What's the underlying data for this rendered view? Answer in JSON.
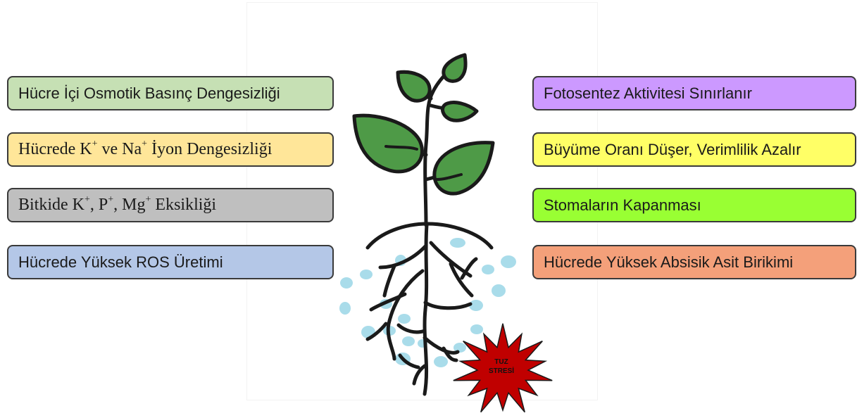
{
  "left_effects": [
    {
      "text": "Hücre İçi Osmotik Basınç Dengesizliği",
      "color": "#c6e0b4"
    },
    {
      "text_parts": [
        "Hücrede K",
        "+",
        " ve Na",
        "+",
        " İyon Dengesizliği"
      ],
      "color": "#ffe699"
    },
    {
      "text_parts": [
        "Bitkide K",
        "+",
        ", P",
        "+",
        ", Mg",
        "+",
        " Eksikliği"
      ],
      "color": "#bfbfbf"
    },
    {
      "text": "Hücrede Yüksek ROS Üretimi",
      "color": "#b4c7e7"
    }
  ],
  "right_effects": [
    {
      "text": "Fotosentez Aktivitesi Sınırlanır",
      "color": "#cc99ff"
    },
    {
      "text": "Büyüme Oranı Düşer, Verimlilik Azalır",
      "color": "#ffff66"
    },
    {
      "text": "Stomaların Kapanması",
      "color": "#99ff33"
    },
    {
      "text": "Hücrede Yüksek Absisik Asit Birikimi",
      "color": "#f4a07a"
    }
  ],
  "stress_label": [
    "TUZ",
    "STRESİ"
  ],
  "colors": {
    "leaf": "#4e9a47",
    "outline": "#1a1a1a",
    "salt_droplet": "#a9dcea",
    "stress_burst": "#c00000"
  },
  "icons": [
    "plant-icon",
    "root-system",
    "salt-droplet",
    "stress-burst-icon"
  ]
}
